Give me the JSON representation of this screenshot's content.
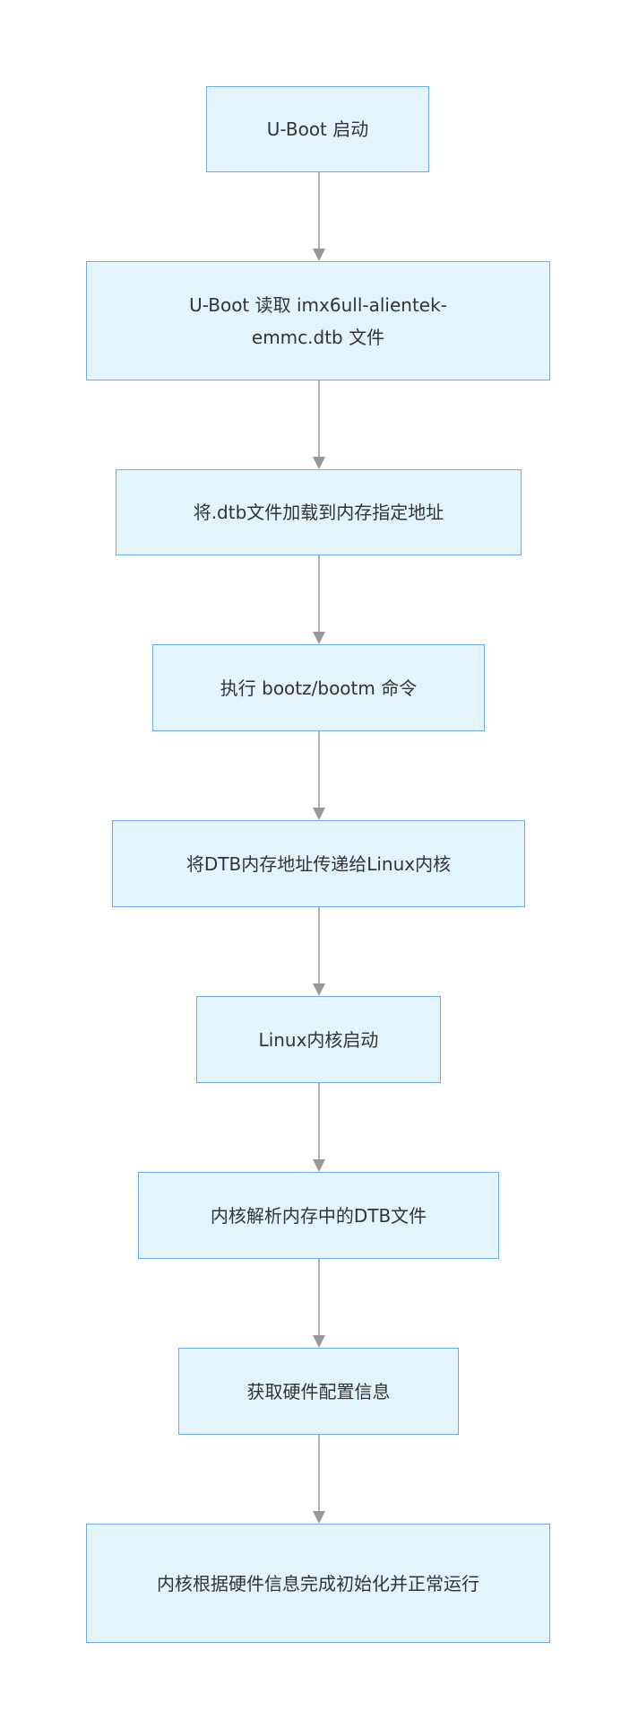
{
  "flowchart": {
    "colors": {
      "node_fill": "#e4f4fc",
      "node_border": "#6ea8ee",
      "edge": "#999999",
      "text": "#333333"
    },
    "nodes": [
      {
        "id": "n1",
        "label": "U-Boot 启动"
      },
      {
        "id": "n2",
        "label": "U-Boot 读取 imx6ull-alientek-emmc.dtb 文件"
      },
      {
        "id": "n3",
        "label": "将.dtb文件加载到内存指定地址"
      },
      {
        "id": "n4",
        "label": "执行 bootz/bootm 命令"
      },
      {
        "id": "n5",
        "label": "将DTB内存地址传递给Linux内核"
      },
      {
        "id": "n6",
        "label": "Linux内核启动"
      },
      {
        "id": "n7",
        "label": "内核解析内存中的DTB文件"
      },
      {
        "id": "n8",
        "label": "获取硬件配置信息"
      },
      {
        "id": "n9",
        "label": "内核根据硬件信息完成初始化并正常运行"
      }
    ],
    "edges": [
      {
        "from": "n1",
        "to": "n2"
      },
      {
        "from": "n2",
        "to": "n3"
      },
      {
        "from": "n3",
        "to": "n4"
      },
      {
        "from": "n4",
        "to": "n5"
      },
      {
        "from": "n5",
        "to": "n6"
      },
      {
        "from": "n6",
        "to": "n7"
      },
      {
        "from": "n7",
        "to": "n8"
      },
      {
        "from": "n8",
        "to": "n9"
      }
    ]
  }
}
